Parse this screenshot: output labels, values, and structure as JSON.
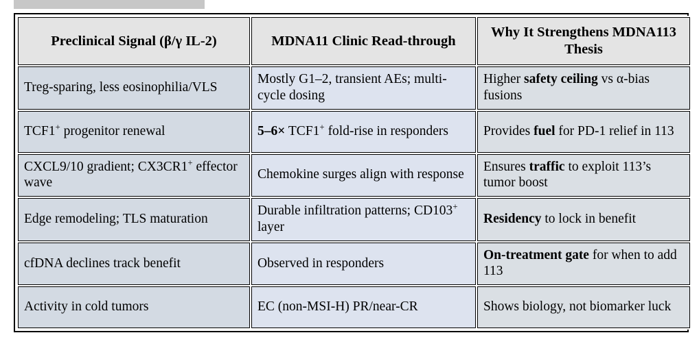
{
  "decor": {
    "top_strip_color": "#c7c7c7"
  },
  "table": {
    "headers": [
      "Preclinical Signal (β/γ IL-2)",
      "MDNA11 Clinic Read-through",
      "Why It Strengthens MDNA113 Thesis"
    ],
    "rows": [
      {
        "signal": "Treg-sparing, less eosinophilia/VLS",
        "readthrough": "Mostly G1–2, transient AEs; multi-cycle dosing",
        "why_pre": "Higher ",
        "why_bold": "safety ceiling",
        "why_post": " vs α-bias fusions"
      },
      {
        "signal_pre": "TCF1",
        "signal_sup": "+",
        "signal_post": " progenitor renewal",
        "read_bold": "5–6×",
        "read_pre": " TCF1",
        "read_sup": "+",
        "read_post": " fold-rise in responders",
        "why_pre": "Provides ",
        "why_bold": "fuel",
        "why_post": " for PD-1 relief in 113"
      },
      {
        "signal_pre": "CXCL9/10 gradient; CX3CR1",
        "signal_sup": "+",
        "signal_post": " effector wave",
        "readthrough": "Chemokine surges align with response",
        "why_pre": "Ensures ",
        "why_bold": "traffic",
        "why_post": " to exploit 113’s tumor boost"
      },
      {
        "signal": "Edge remodeling; TLS maturation",
        "read_pre": "Durable infiltration patterns; CD103",
        "read_sup": "+",
        "read_post": " layer",
        "why_pre": "",
        "why_bold": "Residency",
        "why_post": " to lock in benefit"
      },
      {
        "signal": "cfDNA declines track benefit",
        "readthrough": "Observed in responders",
        "why_pre": "",
        "why_bold": "On-treatment gate",
        "why_post": " for when to add 113"
      },
      {
        "signal": "Activity in cold tumors",
        "readthrough": "EC (non-MSI-H) PR/near-CR",
        "why_pre": "Shows biology, not biomarker luck",
        "why_bold": "",
        "why_post": ""
      }
    ]
  }
}
